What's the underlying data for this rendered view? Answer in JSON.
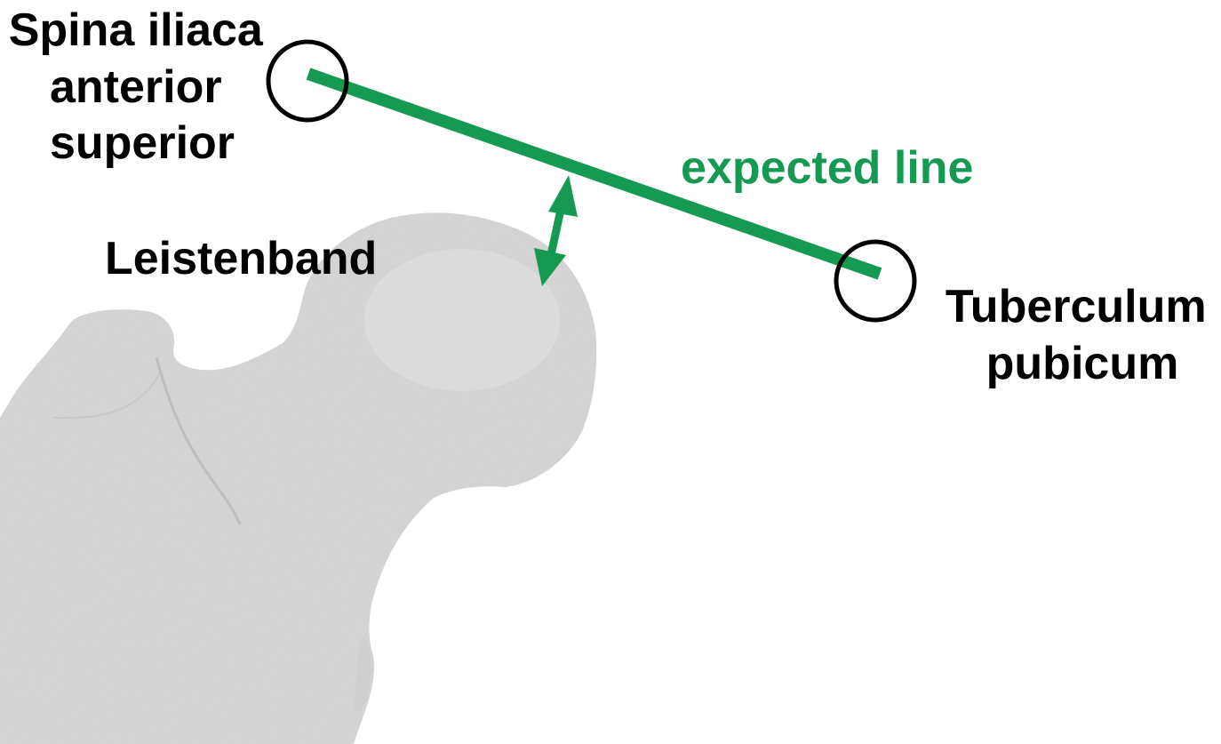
{
  "labels": {
    "asis_line1": "Spina iliaca",
    "asis_line2": "anterior",
    "asis_line3": "superior",
    "ligament": "Leistenband",
    "expected_line": "expected line",
    "pubic_line1": "Tuberculum",
    "pubic_line2": "pubicum"
  },
  "colors": {
    "line": "#169a52",
    "text": "#000000",
    "expected_text": "#169a52",
    "bone": "#d6d6d6"
  }
}
